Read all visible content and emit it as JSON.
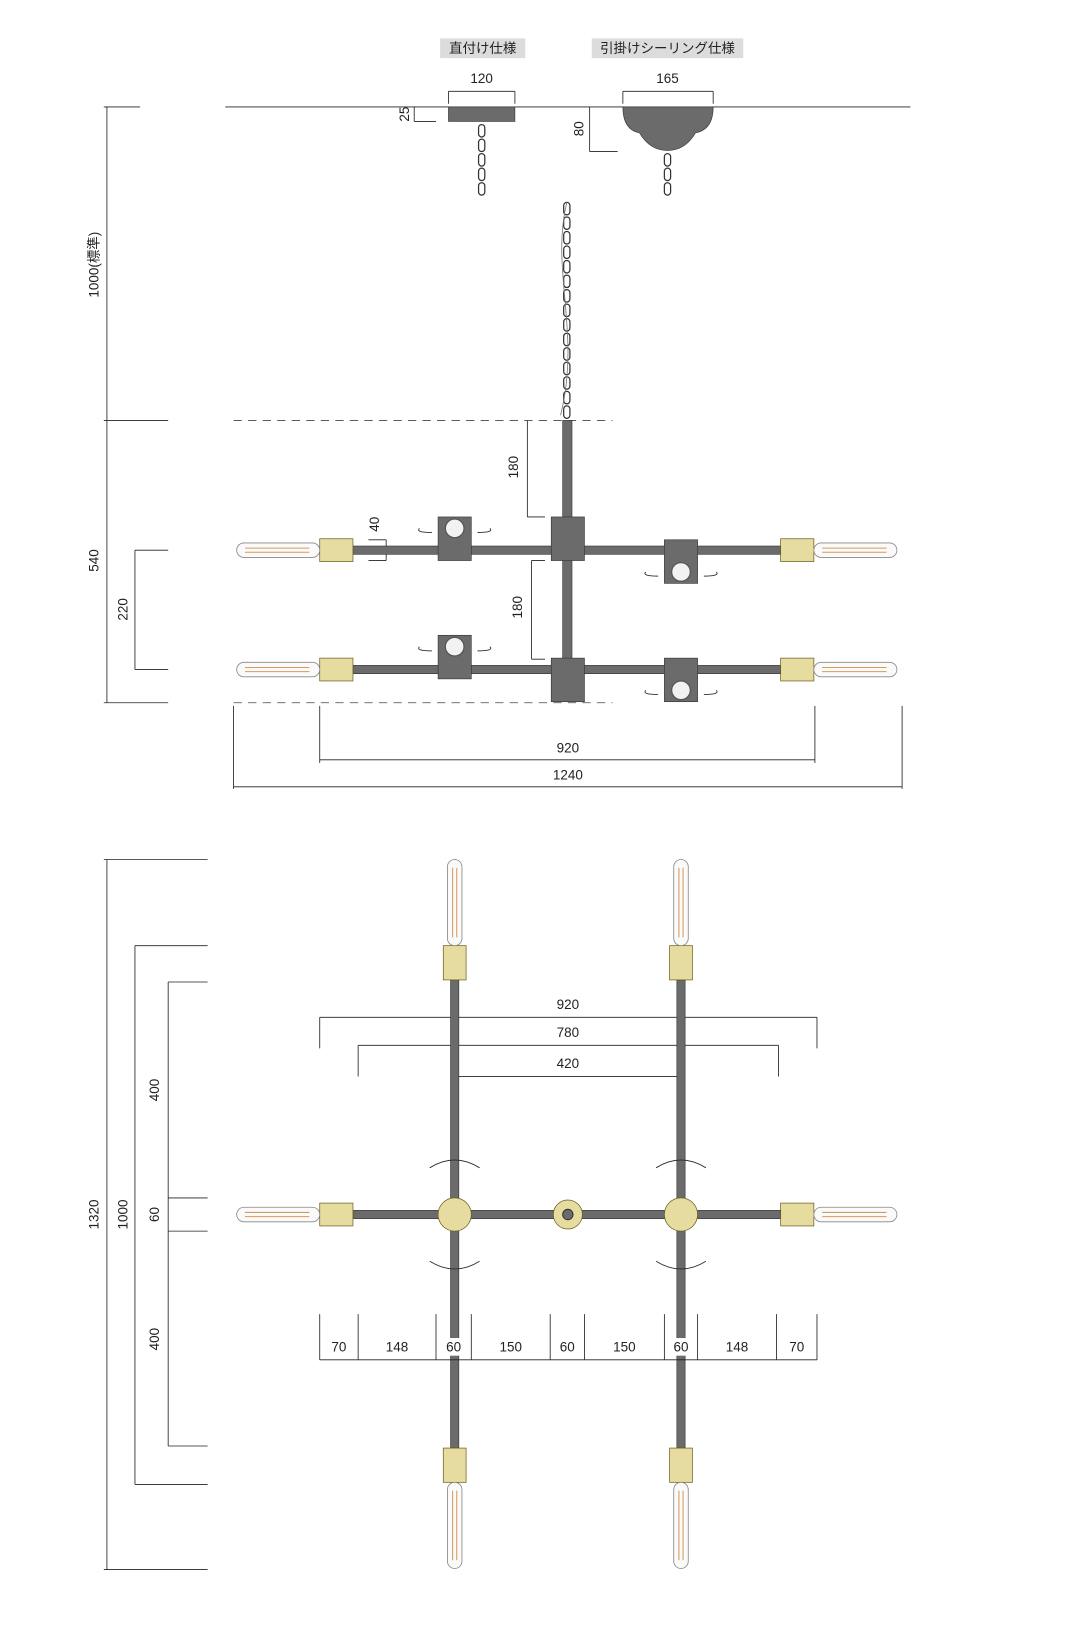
{
  "mount_labels": {
    "direct": "直付け仕様",
    "ceiling": "引掛けシーリング仕様"
  },
  "top_dims": {
    "direct_width": "120",
    "ceiling_width": "165",
    "direct_height": "25",
    "ceiling_height": "80"
  },
  "side_view": {
    "total_height": "1000(標準)",
    "body_height": "540",
    "tier_gap": "220",
    "upper_rod": "180",
    "lower_rod": "180",
    "socket_offset": "40",
    "inner_width": "920",
    "overall_width": "1240"
  },
  "plan_view": {
    "overall_depth": "1320",
    "inner_depth": "1000",
    "arm_a": "400",
    "hub": "60",
    "arm_b": "400",
    "width_920": "920",
    "width_780": "780",
    "width_420": "420",
    "segments": [
      "70",
      "148",
      "60",
      "150",
      "60",
      "150",
      "60",
      "148",
      "70"
    ]
  },
  "colors": {
    "metal": "#6b6b6b",
    "brass": "#e6dca0",
    "label_bg": "#dcdcdc"
  }
}
